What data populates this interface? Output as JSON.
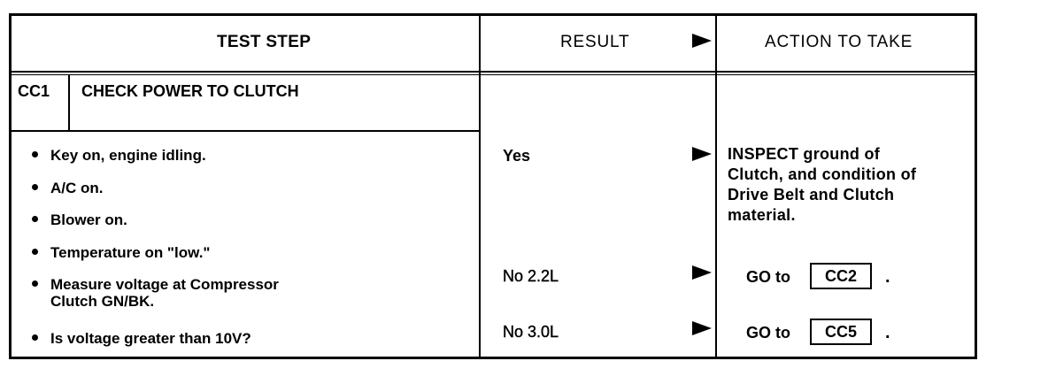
{
  "header": {
    "test_step": "TEST STEP",
    "result": "RESULT",
    "action": "ACTION TO TAKE"
  },
  "step": {
    "code": "CC1",
    "title": "CHECK POWER TO CLUTCH"
  },
  "bullets": [
    "Key on, engine idling.",
    "A/C on.",
    "Blower on.",
    "Temperature on \"low.\"",
    "Measure voltage at Compressor\nClutch GN/BK.",
    "Is voltage greater than 10V?"
  ],
  "results": [
    {
      "result": "Yes",
      "action": "INSPECT ground of\nClutch, and condition of\nDrive Belt and Clutch\nmaterial."
    },
    {
      "result": "No 2.2L",
      "goto_label": "GO to",
      "goto_ref": "CC2",
      "period": "."
    },
    {
      "result": "No 3.0L",
      "goto_label": "GO to",
      "goto_ref": "CC5",
      "period": "."
    }
  ]
}
